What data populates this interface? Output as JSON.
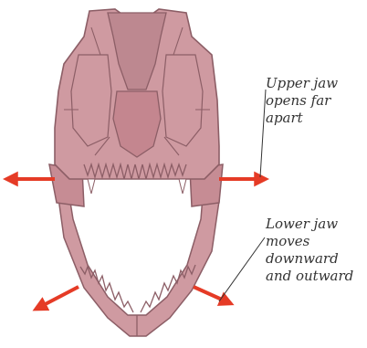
{
  "labels": {
    "upper": [
      "Upper jaw",
      "opens far",
      "apart"
    ],
    "lower": [
      "Lower jaw",
      "moves",
      "downward",
      "and outward"
    ]
  },
  "colors": {
    "bone_fill": "#cf9aa1",
    "bone_dark": "#b9828a",
    "bone_outline": "#8c5e66",
    "arrow": "#e53b26",
    "leader_line": "#333333",
    "text": "#333333"
  },
  "icons": {
    "arrow": "arrow-icon"
  }
}
